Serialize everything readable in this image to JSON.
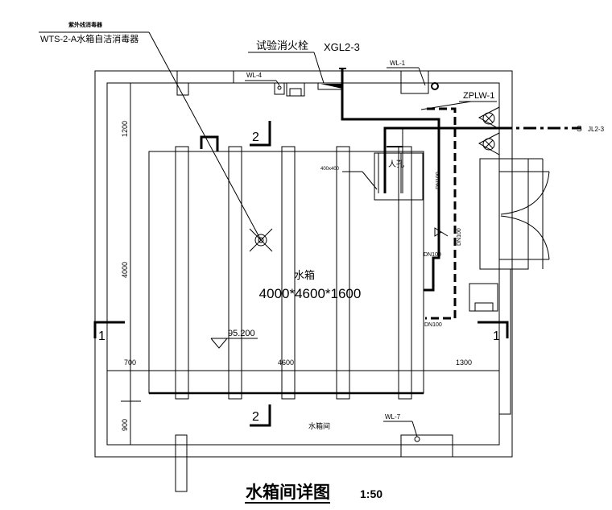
{
  "labels": {
    "device_note_small": "紫外线消毒器",
    "device_note": "WTS-2-A水箱自洁消毒器",
    "test_hydrant": "试验消火栓",
    "riser_xgl": "XGL2-3",
    "wl4": "WL-4",
    "wl1": "WL-1",
    "zplw": "ZPLW-1",
    "jl": "JL2-3",
    "manhole": "人孔",
    "manhole_size": "400x400",
    "dn1": "DN100",
    "dn2": "DN100",
    "dn3": "DN100",
    "dn4": "DN100",
    "tank_name": "水箱",
    "tank_size": "4000*4600*1600",
    "elevation": "95.200",
    "room_name": "水箱间",
    "wl7": "WL-7",
    "section1": "1",
    "section2": "2"
  },
  "dimensions": {
    "h1": "700",
    "h2": "4600",
    "h3": "1300",
    "v1": "1200",
    "v2": "4000",
    "v3": "900"
  },
  "title": {
    "text": "水箱间详图",
    "scale": "1:50"
  }
}
